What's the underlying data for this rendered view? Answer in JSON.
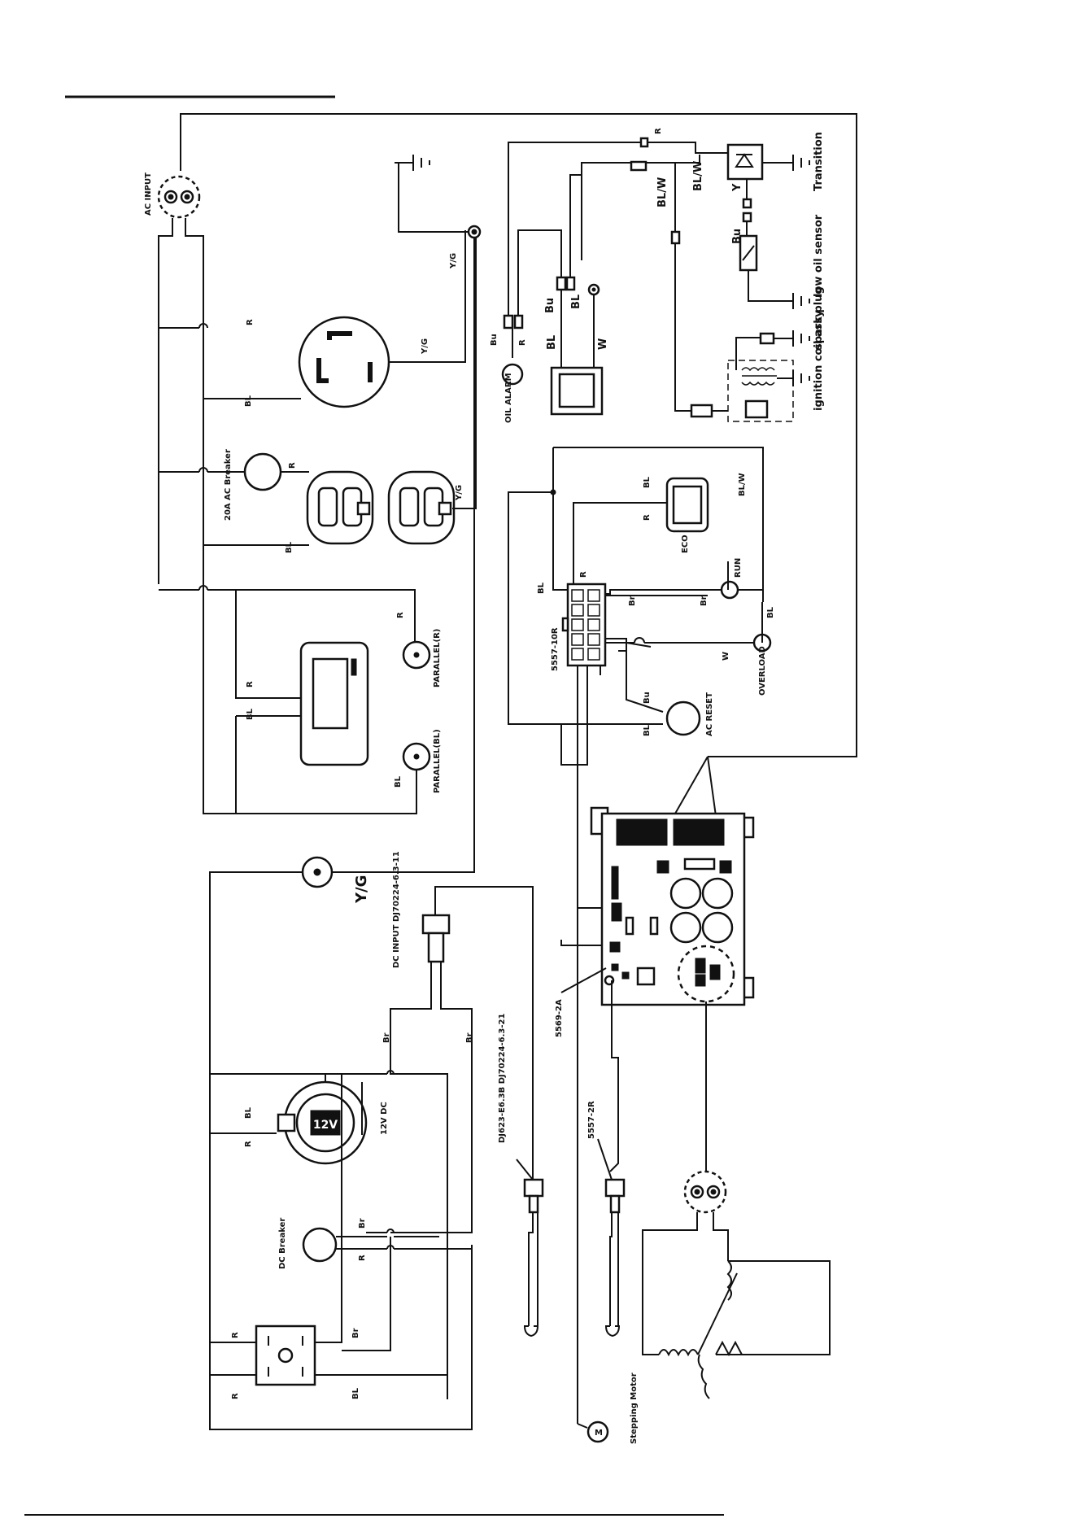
{
  "labels": {
    "ac_input": "AC INPUT",
    "yg_1": "Y/G",
    "yg_2": "Y/G",
    "yg_3": "Y/G",
    "yg_big": "Y/G",
    "breaker_20a": "20A AC Breaker",
    "parallel_r": "PARALLEL(R)",
    "parallel_bl": "PARALLEL(BL)",
    "oil_alarm": "OIL ALARM",
    "transition": "Transition",
    "low_oil_sensor": "low oil sensor",
    "spark_plug": "spark plug",
    "ignition_coil": "ignition coil assy",
    "eco": "ECO",
    "run": "RUN",
    "overload": "OVERLOAD",
    "ac_reset": "AC RESET",
    "connector_5557": "5557-10R",
    "connector_5569": "5569-2A",
    "dc_input": "DC INPUT DJ70224-6.3-11",
    "dc_12v": "12V DC",
    "dc_breaker": "DC Breaker",
    "dj_terminal": "DJ623-E6.3B DJ70224-6.3-21",
    "stepping_motor": "Stepping Motor",
    "small_conn": "5557-2R"
  },
  "wire_codes": {
    "r": "R",
    "bl": "BL",
    "bu": "Bu",
    "w": "W",
    "br": "Br",
    "blw": "BL/W",
    "y": "Y",
    "mtr": "M"
  }
}
